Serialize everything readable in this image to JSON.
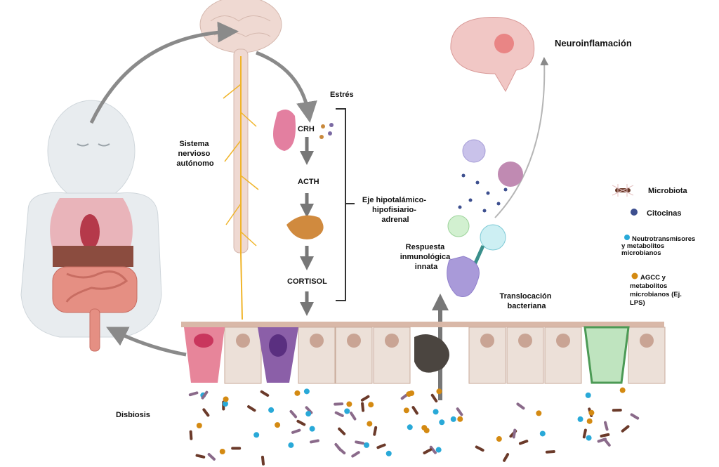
{
  "labels": {
    "stress": "Estrés",
    "ans": [
      "Sistema",
      "nervioso",
      "autónomo"
    ],
    "crh": "CRH",
    "acth": "ACTH",
    "cortisol": "CORTISOL",
    "hpa_axis": [
      "Eje hipotalámico-",
      "hipofisiario-",
      "adrenal"
    ],
    "neuroinflammation": "Neuroinflamación",
    "innate_response": [
      "Respuesta",
      "inmunológica",
      "innata"
    ],
    "translocation": [
      "Translocación",
      "bacteriana"
    ],
    "dysbiosis": "Disbiosis"
  },
  "legend": {
    "microbiota": "Microbiota",
    "cytokines": "Citocinas",
    "neurotransmitters": [
      "Neutrotransmisores",
      "y metabolitos",
      "microbianos"
    ],
    "agcc": [
      "AGCC y",
      "metabolitos",
      "microbianos (Ej.",
      "LPS)"
    ]
  },
  "colors": {
    "arrow": "#8a8a8a",
    "cytokine": "#3d4f8f",
    "neurotransmitter": "#29a9d8",
    "agcc": "#d48a12",
    "epithelium": "#e9d6cc",
    "goblet_pink": "#e7859a",
    "goblet_purple": "#8b5fa8",
    "goblet_green": "#4c9a55"
  }
}
